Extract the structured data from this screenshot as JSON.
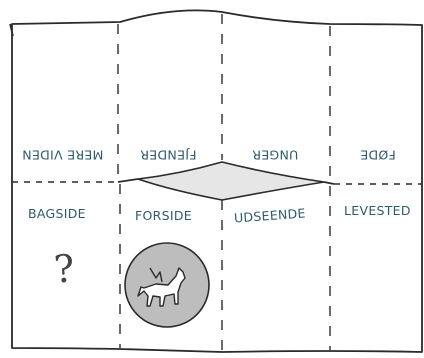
{
  "colors": {
    "ink": "#2a2a2a",
    "label": "#2f5a6e",
    "paper": "#ffffff",
    "shade": "#e6e6e6",
    "circle": "#bdbdbd"
  },
  "panels": {
    "top_row_upside_down": [
      "MERE VIDEN",
      "FJENDER",
      "UNGER",
      "FØDE"
    ],
    "bottom_row": [
      "BAGSIDE",
      "FORSIDE",
      "UDSEENDE",
      "LEVESTED"
    ]
  },
  "back_panel": {
    "mark": "?"
  },
  "front_panel": {
    "illustration": "dog-drawing-in-grey-circle"
  }
}
